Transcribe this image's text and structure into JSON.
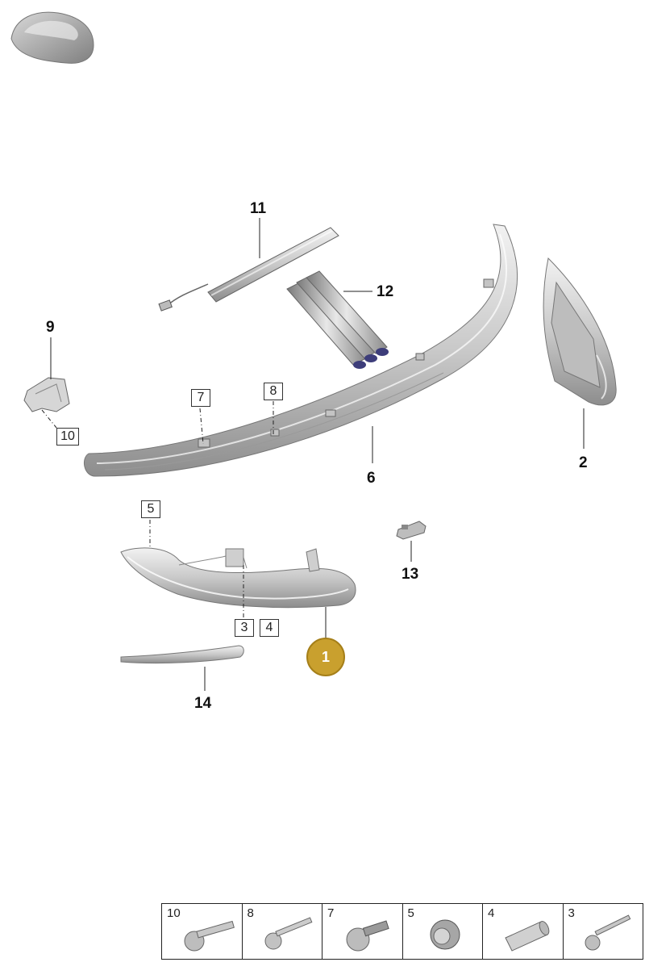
{
  "vehicle_thumbnail": "car-silhouette-icon",
  "callouts": {
    "p11": "11",
    "p12": "12",
    "p9": "9",
    "p2": "2",
    "p6": "6",
    "p13": "13",
    "p14": "14"
  },
  "boxed_refs": {
    "b7": "7",
    "b8": "8",
    "b10": "10",
    "b5": "5",
    "b3": "3",
    "b4": "4"
  },
  "selected_part": {
    "label": "1",
    "color": "#c9a02e"
  },
  "hardware_table": [
    {
      "num": "10",
      "icon": "bolt-washer-head-icon"
    },
    {
      "num": "8",
      "icon": "bolt-flange-head-icon"
    },
    {
      "num": "7",
      "icon": "expanding-rivet-icon"
    },
    {
      "num": "5",
      "icon": "grommet-icon"
    },
    {
      "num": "4",
      "icon": "spacer-sleeve-icon"
    },
    {
      "num": "3",
      "icon": "screw-icon"
    }
  ]
}
